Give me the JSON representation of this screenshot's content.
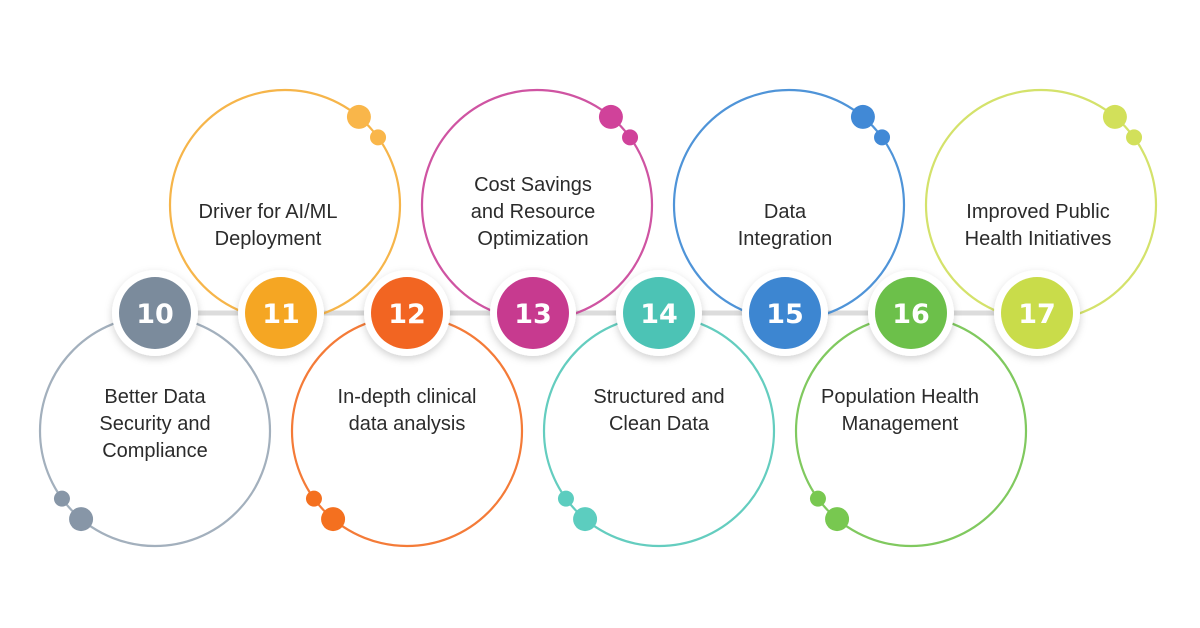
{
  "items": [
    {
      "number": "10",
      "lines": [
        "Better Data",
        "Security and",
        "Compliance"
      ],
      "color": "#7b8b9c",
      "accent": "#8796a7",
      "ring": "#a3b0bd"
    },
    {
      "number": "11",
      "lines": [
        "Driver for AI/ML",
        "Deployment"
      ],
      "color": "#f5a623",
      "accent": "#f9b64a",
      "ring": "#f6b54a"
    },
    {
      "number": "12",
      "lines": [
        "In-depth clinical",
        "data analysis"
      ],
      "color": "#f26522",
      "accent": "#f4701f",
      "ring": "#f47b38"
    },
    {
      "number": "13",
      "lines": [
        "Cost Savings",
        "and Resource",
        "Optimization"
      ],
      "color": "#c73a8f",
      "accent": "#d0429a",
      "ring": "#cf54a2"
    },
    {
      "number": "14",
      "lines": [
        "Structured and",
        "Clean Data"
      ],
      "color": "#4cc3b5",
      "accent": "#5ccdbf",
      "ring": "#64cdbf"
    },
    {
      "number": "15",
      "lines": [
        "Data",
        "Integration"
      ],
      "color": "#3d86d1",
      "accent": "#4189d6",
      "ring": "#4f94d8"
    },
    {
      "number": "16",
      "lines": [
        "Population Health",
        "Management"
      ],
      "color": "#6cc04a",
      "accent": "#78c850",
      "ring": "#80c95f"
    },
    {
      "number": "17",
      "lines": [
        "Improved Public",
        "Health Initiatives"
      ],
      "color": "#c9dc4a",
      "accent": "#d2e05a",
      "ring": "#d4e26b"
    }
  ]
}
